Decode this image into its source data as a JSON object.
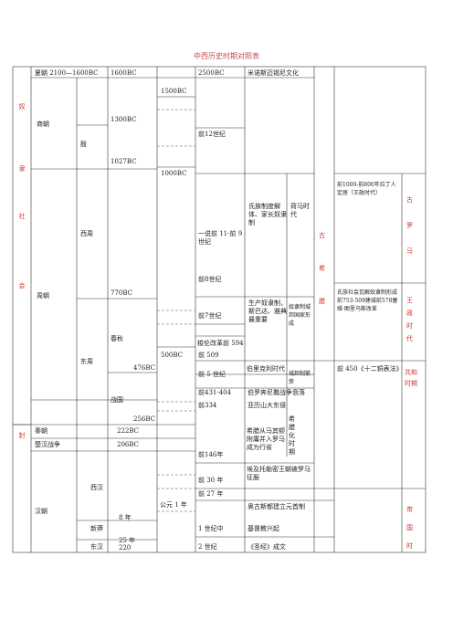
{
  "title": "中西历史时期对照表",
  "colors": {
    "line": "#333333",
    "accent": "#d0342c"
  },
  "china": {
    "xia": {
      "name": "夏朝 2100—1600BC",
      "end": "1600BC"
    },
    "shang": {
      "name": "商朝",
      "start": "1300BC",
      "yin": "殷",
      "end": "1027BC"
    },
    "zhou": {
      "name": "周朝",
      "xizhou": "西周",
      "xizhou_end": "770BC",
      "dongzhou": "东周",
      "chunqiu": "春秋",
      "chunqiu_end": "476BC",
      "zhanguo": "战国",
      "zhanguo_end": "256BC"
    },
    "qin": {
      "name": "秦朝",
      "end": "222BC"
    },
    "chuhan": {
      "name": "楚汉战争",
      "end": "206BC"
    },
    "han": {
      "name": "汉朝",
      "xihan": "西汉",
      "xihan_end": "8 年",
      "xinmang": "新莽",
      "xinmang_end": "25 年",
      "donghan": "东汉",
      "donghan_end": "220"
    }
  },
  "mid_years": [
    "1500BC",
    "1000BC",
    "500BC",
    "公元 1 年"
  ],
  "periods": {
    "p2500": "2500BC",
    "minoan": "米诺斯迈锡尼文化",
    "bc12": "前12世纪",
    "yishuo": "一说前 11-前 9 世纪",
    "bc8": "前8世纪",
    "bc7": "前7世纪",
    "bc594": "梭伦改革前 594",
    "bc509": "前 509",
    "bc5": "前 5 世纪",
    "bc431": "前431-404",
    "peloponnese": "伯罗奔尼撒战争衰落",
    "bc334": "前334",
    "alexander": "亚历山大东侵",
    "bc146": "前146年",
    "bc146_text": "希腊从马其顿附庸并入罗马成为行省",
    "bc30": "前 30 年",
    "bc30_text": "埃及托勒密王朝被罗马征服",
    "bc27": "前 27 年",
    "c1": "1 世纪中",
    "c2": "2 世纪",
    "olympics": "奥古斯都建立元首制",
    "christianity": "基督教兴起",
    "bible": "《圣经》成文"
  },
  "greece": {
    "clan": "氏族制度解体、家长奴隶制",
    "homer": "荷马时代",
    "production": "生产奴隶制，斯巴达、雅典最重要",
    "colony": "奴隶制城邦国家形成",
    "pericles": "伯里克利时代",
    "golden": "城邦制繁荣",
    "hellenistic": "希腊化时期",
    "label": "古希腊"
  },
  "rome": {
    "kingdom": "前1000-前800年拉丁人定居（王政时代）",
    "republic": "氏族社会瓦解奴隶制形成前753-509建城前578塞维·图里乌斯改革",
    "twelve_tables": "前 450《十二铜表法》",
    "label_ancient": "古罗马",
    "label_kingdom": "王政时代",
    "label_republic": "共和时期",
    "label_empire": "帝国时"
  },
  "era_label": "奴隶社会",
  "feudal_label": "封"
}
